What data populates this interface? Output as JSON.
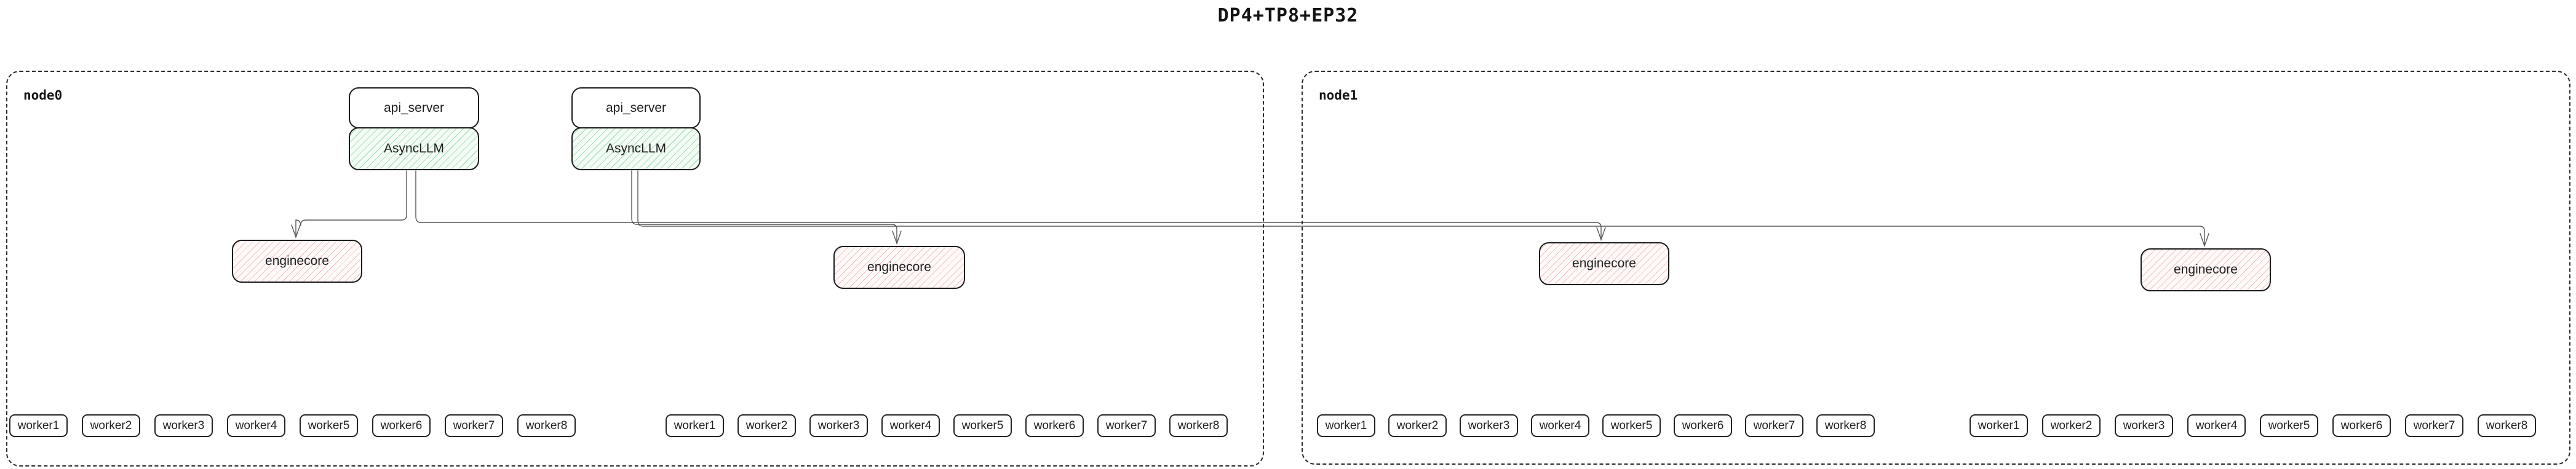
{
  "title": "DP4+TP8+EP32",
  "colors": {
    "green_hatch": "#a9e3ba",
    "red_hatch": "#f2c0be",
    "edge": "#575757",
    "box_border": "#1c1c1c"
  },
  "nodes": [
    {
      "label": "node0",
      "stacks": [
        {
          "api_server": "api_server",
          "asyncllm": "AsyncLLM"
        },
        {
          "api_server": "api_server",
          "asyncllm": "AsyncLLM"
        }
      ],
      "enginecores": [
        "enginecore",
        "enginecore"
      ],
      "worker_groups": [
        [
          "worker1",
          "worker2",
          "worker3",
          "worker4",
          "worker5",
          "worker6",
          "worker7",
          "worker8"
        ],
        [
          "worker1",
          "worker2",
          "worker3",
          "worker4",
          "worker5",
          "worker6",
          "worker7",
          "worker8"
        ]
      ]
    },
    {
      "label": "node1",
      "stacks": [],
      "enginecores": [
        "enginecore",
        "enginecore"
      ],
      "worker_groups": [
        [
          "worker1",
          "worker2",
          "worker3",
          "worker4",
          "worker5",
          "worker6",
          "worker7",
          "worker8"
        ],
        [
          "worker1",
          "worker2",
          "worker3",
          "worker4",
          "worker5",
          "worker6",
          "worker7",
          "worker8"
        ]
      ]
    }
  ]
}
